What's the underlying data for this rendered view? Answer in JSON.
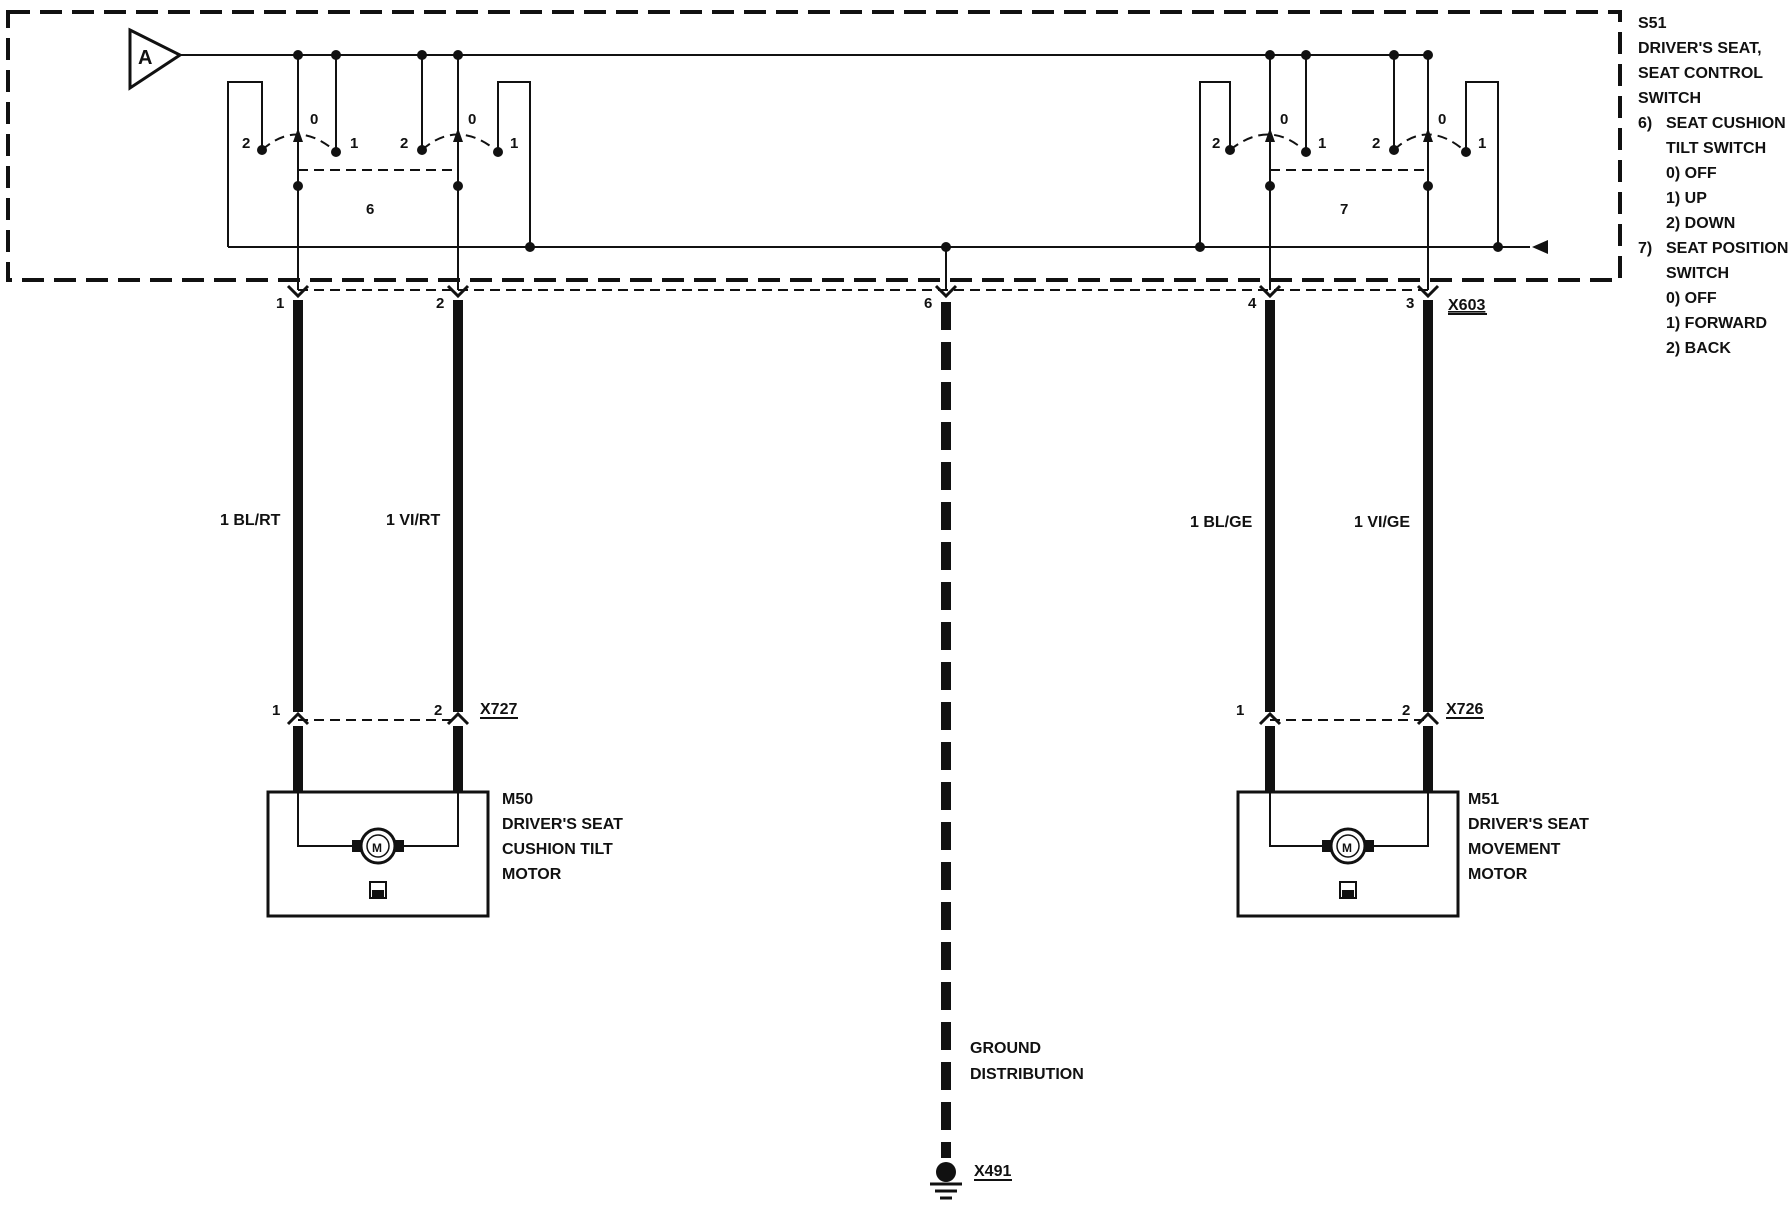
{
  "switch": {
    "id": "S51",
    "name_line1": "DRIVER'S SEAT,",
    "name_line2": "SEAT CONTROL",
    "name_line3": "SWITCH",
    "connector_a": "A",
    "item6_num": "6)",
    "item6_line1": "SEAT CUSHION",
    "item6_line2": "TILT SWITCH",
    "item6_pos0": "0) OFF",
    "item6_pos1": "1) UP",
    "item6_pos2": "2) DOWN",
    "item7_num": "7)",
    "item7_line1": "SEAT POSITION",
    "item7_line2": "SWITCH",
    "item7_pos0": "0) OFF",
    "item7_pos1": "1) FORWARD",
    "item7_pos2": "2) BACK",
    "group6_label": "6",
    "group7_label": "7",
    "contact_0": "0",
    "contact_1": "1",
    "contact_2": "2"
  },
  "connector_top": {
    "id": "X603",
    "pin1": "1",
    "pin2": "2",
    "pin6": "6",
    "pin4": "4",
    "pin3": "3"
  },
  "wires": {
    "w1": "1 BL/RT",
    "w2": "1 VI/RT",
    "w3": "1 BL/GE",
    "w4": "1 VI/GE"
  },
  "motor_left": {
    "connector": "X727",
    "pin1": "1",
    "pin2": "2",
    "id": "M50",
    "line1": "DRIVER'S SEAT",
    "line2": "CUSHION TILT",
    "line3": "MOTOR",
    "symbol": "M"
  },
  "motor_right": {
    "connector": "X726",
    "pin1": "1",
    "pin2": "2",
    "id": "M51",
    "line1": "DRIVER'S SEAT",
    "line2": "MOVEMENT",
    "line3": "MOTOR",
    "symbol": "M"
  },
  "ground": {
    "line1": "GROUND",
    "line2": "DISTRIBUTION",
    "connector": "X491"
  }
}
